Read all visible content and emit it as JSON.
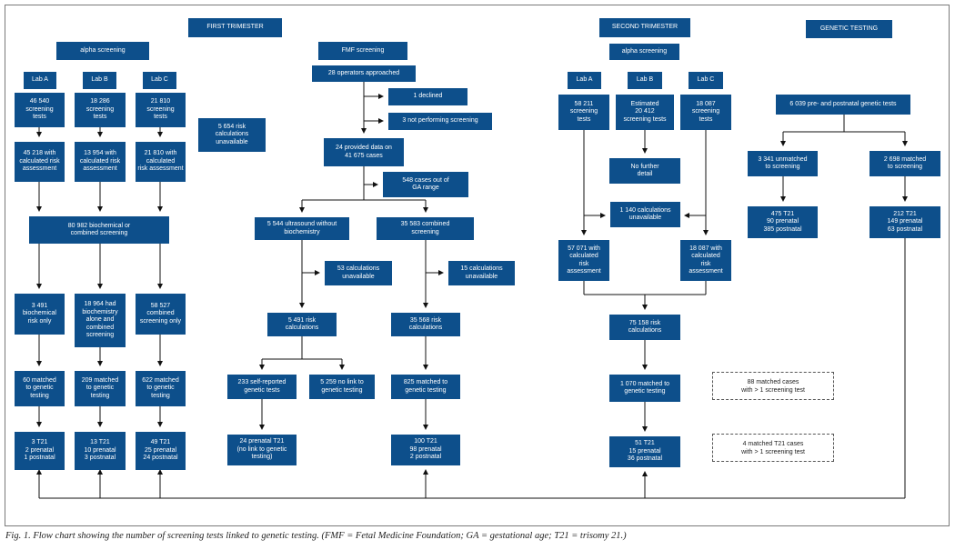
{
  "headers": {
    "first": "FIRST TRIMESTER",
    "second": "SECOND TRIMESTER",
    "genetic": "GENETIC TESTING"
  },
  "first_trimester": {
    "alpha": "alpha screening",
    "lab_a": "Lab A",
    "lab_b": "Lab B",
    "lab_c": "Lab C",
    "a_tests": "46 540\nscreening\ntests",
    "b_tests": "18 286\nscreening\ntests",
    "c_tests": "21 810\nscreening\ntests",
    "unavailable": "5 654 risk\ncalculations\nunavailable",
    "a_calc": "45 218 with\ncalculated risk\nassessment",
    "b_calc": "13 954 with\ncalculated risk\nassessment",
    "c_calc": "21 810 with\ncalculated\nrisk assessment",
    "combined": "80 982 biochemical or\ncombined screening",
    "a_bio": "3 491\nbiochemical\nrisk only",
    "b_bio": "18 964 had\nbiochemistry\nalone and\ncombined\nscreening",
    "c_bio": "58 527\ncombined\nscreening only",
    "a_match": "60 matched\nto genetic\ntesting",
    "b_match": "209 matched\nto genetic\ntesting",
    "c_match": "622 matched\nto genetic\ntesting",
    "a_t21": "3 T21\n2 prenatal\n1 postnatal",
    "b_t21": "13 T21\n10 prenatal\n3 postnatal",
    "c_t21": "49 T21\n25 prenatal\n24 postnatal"
  },
  "fmf": {
    "title": "FMF screening",
    "operators": "28 operators approached",
    "declined": "1 declined",
    "not_performing": "3 not performing screening",
    "provided": "24 provided data on\n41 675 cases",
    "out_of_range": "548 cases out of\nGA range",
    "ultrasound": "5 544 ultrasound without\nbiochemistry",
    "combined": "35 583 combined\nscreening",
    "us_unavail": "53 calculations\nunavailable",
    "comb_unavail": "15 calculations\nunavailable",
    "us_risk": "5 491 risk\ncalculations",
    "comb_risk": "35 568 risk\ncalculations",
    "self_reported": "233 self-reported\ngenetic tests",
    "no_link": "5 259 no link to\ngenetic testing",
    "comb_match": "825 matched to\ngenetic testing",
    "self_t21": "24 prenatal T21\n(no link to genetic\ntesting)",
    "comb_t21": "100 T21\n98 prenatal\n2 postnatal"
  },
  "second_trimester": {
    "alpha": "alpha screening",
    "lab_a": "Lab A",
    "lab_b": "Lab B",
    "lab_c": "Lab C",
    "a_tests": "58 211\nscreening\ntests",
    "b_tests": "Estimated\n20 412\nscreening tests",
    "c_tests": "18 087\nscreening\ntests",
    "no_detail": "No further\ndetail",
    "unavailable": "1 140 calculations\nunavailable",
    "a_calc": "57 071 with\ncalculated\nrisk\nassessment",
    "c_calc": "18 087 with\ncalculated\nrisk\nassessment",
    "risk": "75 158 risk\ncalculations",
    "match": "1 070 matched to\ngenetic testing",
    "t21": "51 T21\n15 prenatal\n36 postnatal"
  },
  "genetic": {
    "tests": "6 039 pre- and postnatal genetic tests",
    "unmatched": "3 341 unmatched\nto screening",
    "matched": "2 698 matched\nto screening",
    "unmatched_t21": "475 T21\n90 prenatal\n385 postnatal",
    "matched_t21": "212 T21\n149 prenatal\n63 postnatal"
  },
  "notes": {
    "multi_cases": "88 matched cases\nwith > 1 screening test",
    "multi_t21": "4 matched T21 cases\nwith > 1 screening test"
  },
  "colors": {
    "box": "#0d4f8b",
    "line": "#111111",
    "frame": "#7a7a7a"
  },
  "caption": "Fig. 1. Flow chart showing the number of screening tests linked to genetic testing. (FMF = Fetal Medicine Foundation; GA = gestational age; T21 = trisomy 21.)"
}
